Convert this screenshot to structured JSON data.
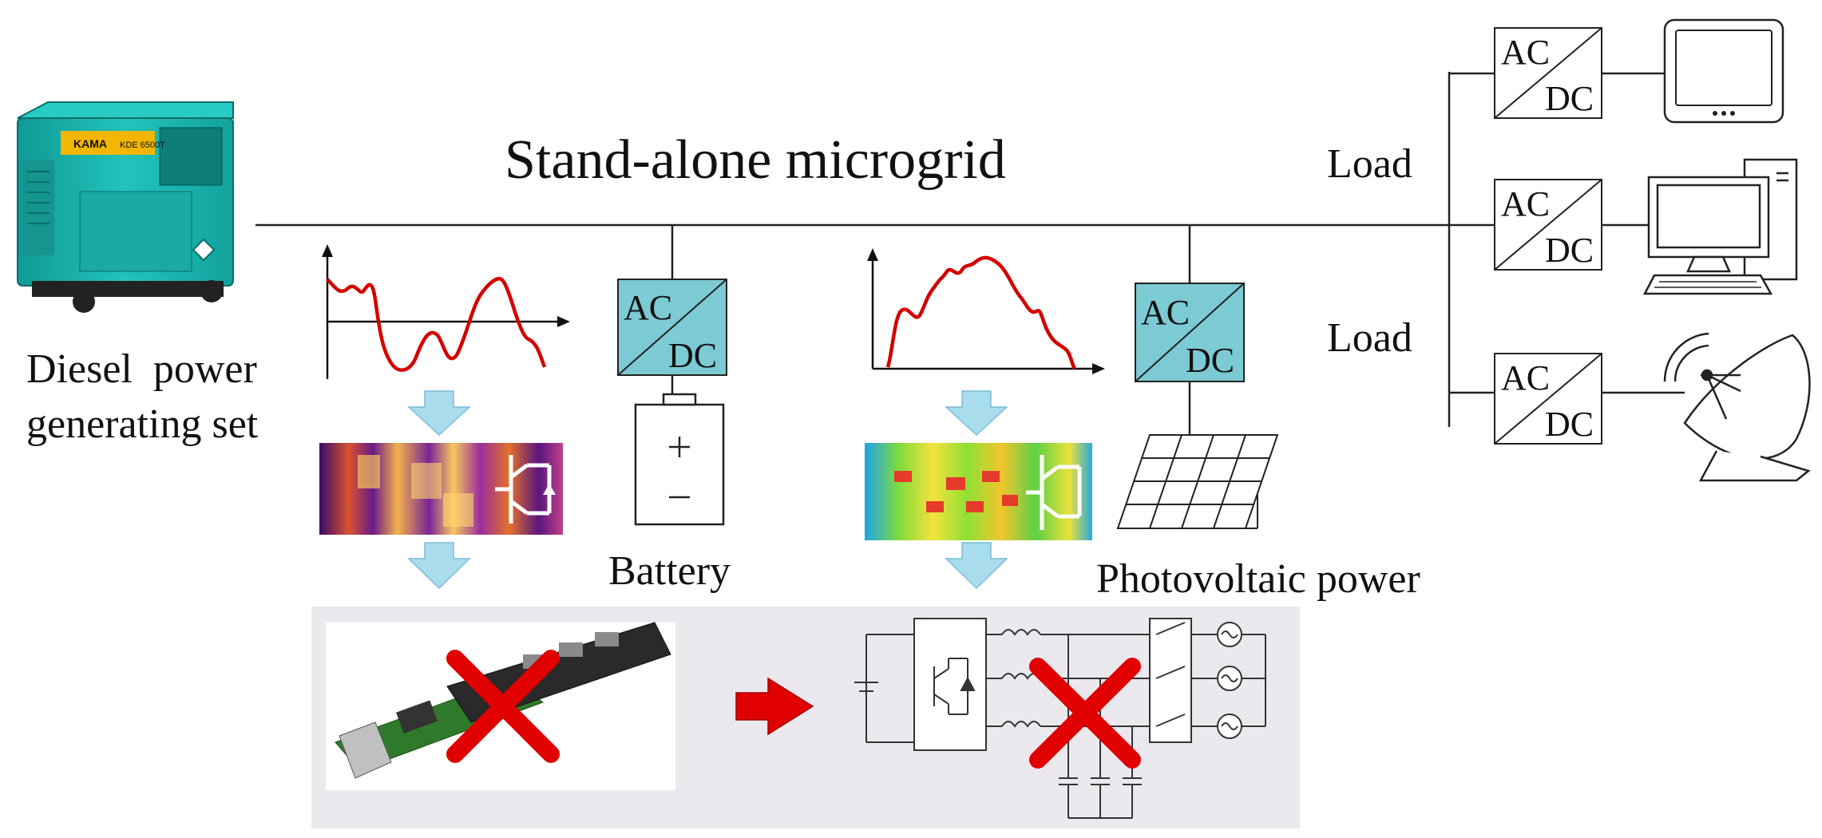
{
  "title": "Stand-alone microgrid",
  "diesel_label_line1": "Diesel  power",
  "diesel_label_line2": "generating set",
  "battery_label": "Battery",
  "pv_label": "Photovoltaic power",
  "load_label_1": "Load",
  "load_label_2": "Load",
  "converter": {
    "ac": "AC",
    "dc": "DC"
  },
  "generator_brand": "KAMA",
  "generator_model": "KDE 6500T",
  "colors": {
    "converter_fill": "#7ccad3",
    "arrow_fill": "#a9dced",
    "waveform": "#d40000",
    "cross": "#e00000",
    "failure_panel": "#ebe8ee",
    "generator_body": "#1bb5b0"
  },
  "icons": [
    "diesel-generator-icon",
    "battery-icon",
    "solar-panel-icon",
    "tablet-icon",
    "desktop-computer-icon",
    "satellite-dish-icon",
    "igbt-symbol-icon",
    "inverter-circuit-icon",
    "power-module-photo"
  ]
}
